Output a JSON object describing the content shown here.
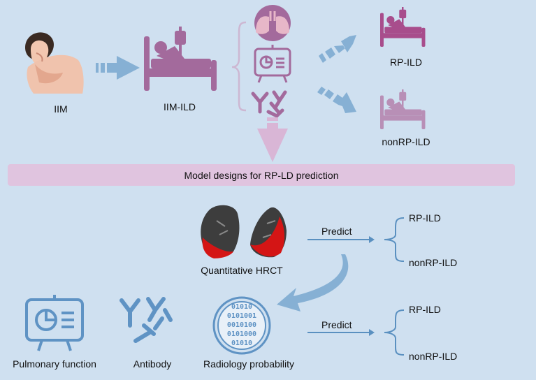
{
  "top": {
    "iim_label": "IIM",
    "iim_ild_label": "IIM-ILD",
    "rp_ild_label": "RP-ILD",
    "nonrp_ild_label": "nonRP-ILD"
  },
  "banner": {
    "text": "Model designs for RP-LD prediction"
  },
  "model1": {
    "hrct_label": "Quantitative HRCT",
    "predict_label": "Predict",
    "outcome_rp": "RP-ILD",
    "outcome_nonrp": "nonRP-ILD"
  },
  "model2": {
    "pulmonary_label": "Pulmonary function",
    "antibody_label": "Antibody",
    "radiology_label": "Radiology probability",
    "predict_label": "Predict",
    "outcome_rp": "RP-ILD",
    "outcome_nonrp": "nonRP-ILD",
    "binary_rows": [
      "01010",
      "0101001",
      "0010100",
      "0101000",
      "01010"
    ]
  },
  "colors": {
    "background": "#cfe0f0",
    "purple": "#a36a9c",
    "magenta": "#a84d8c",
    "arrow_blue": "#86b0d4",
    "line_blue": "#5a90c0",
    "icon_blue": "#5f93c4",
    "banner": "#e0c4df",
    "lung_pink": "#e7b7c8"
  }
}
